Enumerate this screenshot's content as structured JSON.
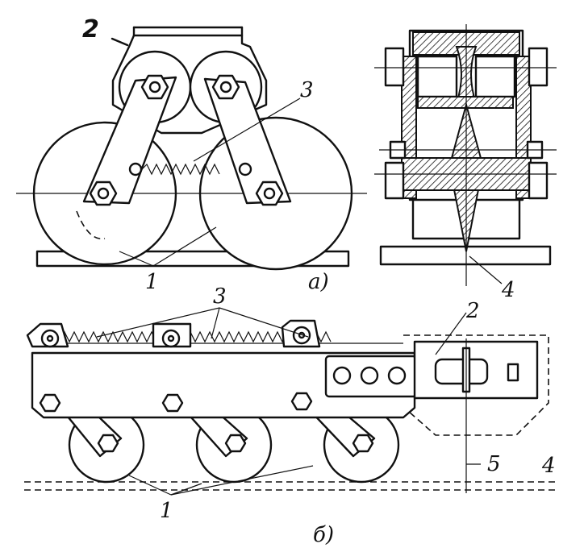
{
  "figure_a": {
    "label_part": "а)",
    "callouts": {
      "c2": "2",
      "c3": "3",
      "c1": "1",
      "c4": "4"
    }
  },
  "figure_b": {
    "label_part": "б)",
    "callouts": {
      "c3": "3",
      "c2": "2",
      "c5": "5",
      "c4": "4",
      "c1": "1"
    }
  }
}
